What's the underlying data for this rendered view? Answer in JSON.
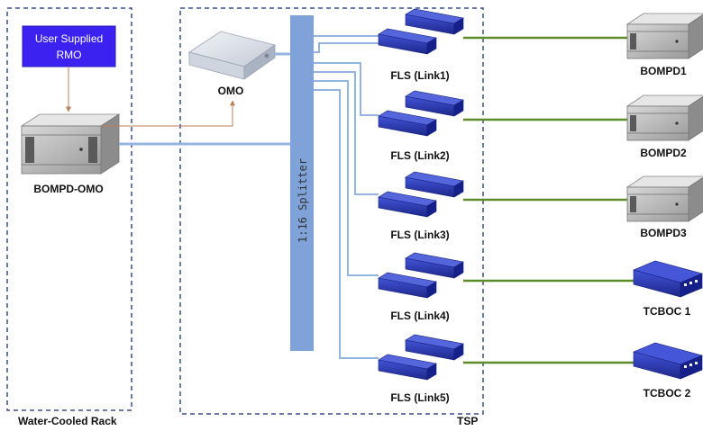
{
  "containers": {
    "rack_label": "Water-Cooled Rack",
    "tsp_label": "TSP"
  },
  "rmo": {
    "line1": "User Supplied",
    "line2": "RMO"
  },
  "bompd_omo": {
    "label": "BOMPD-OMO"
  },
  "omo": {
    "label": "OMO"
  },
  "splitter": {
    "label": "1:16 Splitter"
  },
  "fls": [
    {
      "label": "FLS (Link1)"
    },
    {
      "label": "FLS (Link2)"
    },
    {
      "label": "FLS (Link3)"
    },
    {
      "label": "FLS (Link4)"
    },
    {
      "label": "FLS (Link5)"
    }
  ],
  "endpoints": [
    {
      "label": "BOMPD1",
      "kind": "server-chassis"
    },
    {
      "label": "BOMPD2",
      "kind": "server-chassis"
    },
    {
      "label": "BOMPD3",
      "kind": "server-chassis"
    },
    {
      "label": "TCBOC 1",
      "kind": "blue-receiver"
    },
    {
      "label": "TCBOC 2",
      "kind": "blue-receiver"
    }
  ],
  "colors": {
    "dashed_border": "#3b4f8c",
    "rmo_fill": "#3b22f0",
    "splitter_fill": "#7fa3d9",
    "fiber": "#94b4e0",
    "green_link": "#5e8c2a",
    "rf_line": "#b8805a",
    "device_blue": "#2633a8"
  }
}
